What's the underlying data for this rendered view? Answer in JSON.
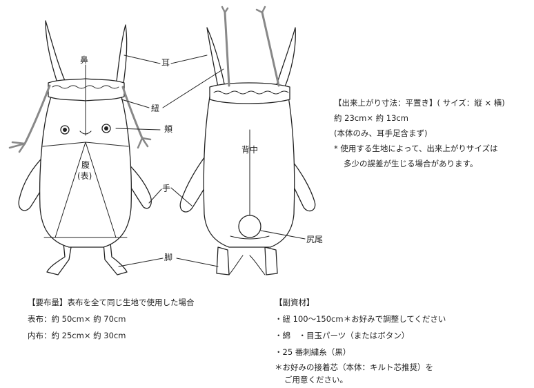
{
  "labels": {
    "nose": "鼻",
    "ear": "耳",
    "string": "紐",
    "cheek": "頬",
    "belly": "腹",
    "belly_sub": "(表)",
    "back": "背中",
    "hand": "手",
    "tail": "尻尾",
    "leg": "脚"
  },
  "size_info": {
    "heading": "【出来上がり寸法：平置き】( サイズ：縦 × 横)",
    "line1": "約 23cm× 約 13cm",
    "line2": "(本体のみ、耳手足含まず)",
    "note1": "* 使用する生地によって、出来上がりサイズは",
    "note2": "多少の誤差が生じる場合があります。"
  },
  "fabric": {
    "heading_bracket": "【要布量】",
    "heading_text": "表布を全て同じ生地で使用した場合",
    "outer": "表布：約 50cm× 約 70cm",
    "inner": "内布：約 25cm× 約 30cm"
  },
  "materials": {
    "heading": "【副資材】",
    "item1": "・紐 100～150cm＊お好みで調整してください",
    "item2": "・綿　・目玉パーツ（またはボタン）",
    "item3": "・25 番刺繍糸（黒）",
    "note1": "＊お好みの接着芯（本体：キルト芯推奨）を",
    "note2": "ご用意ください。"
  }
}
